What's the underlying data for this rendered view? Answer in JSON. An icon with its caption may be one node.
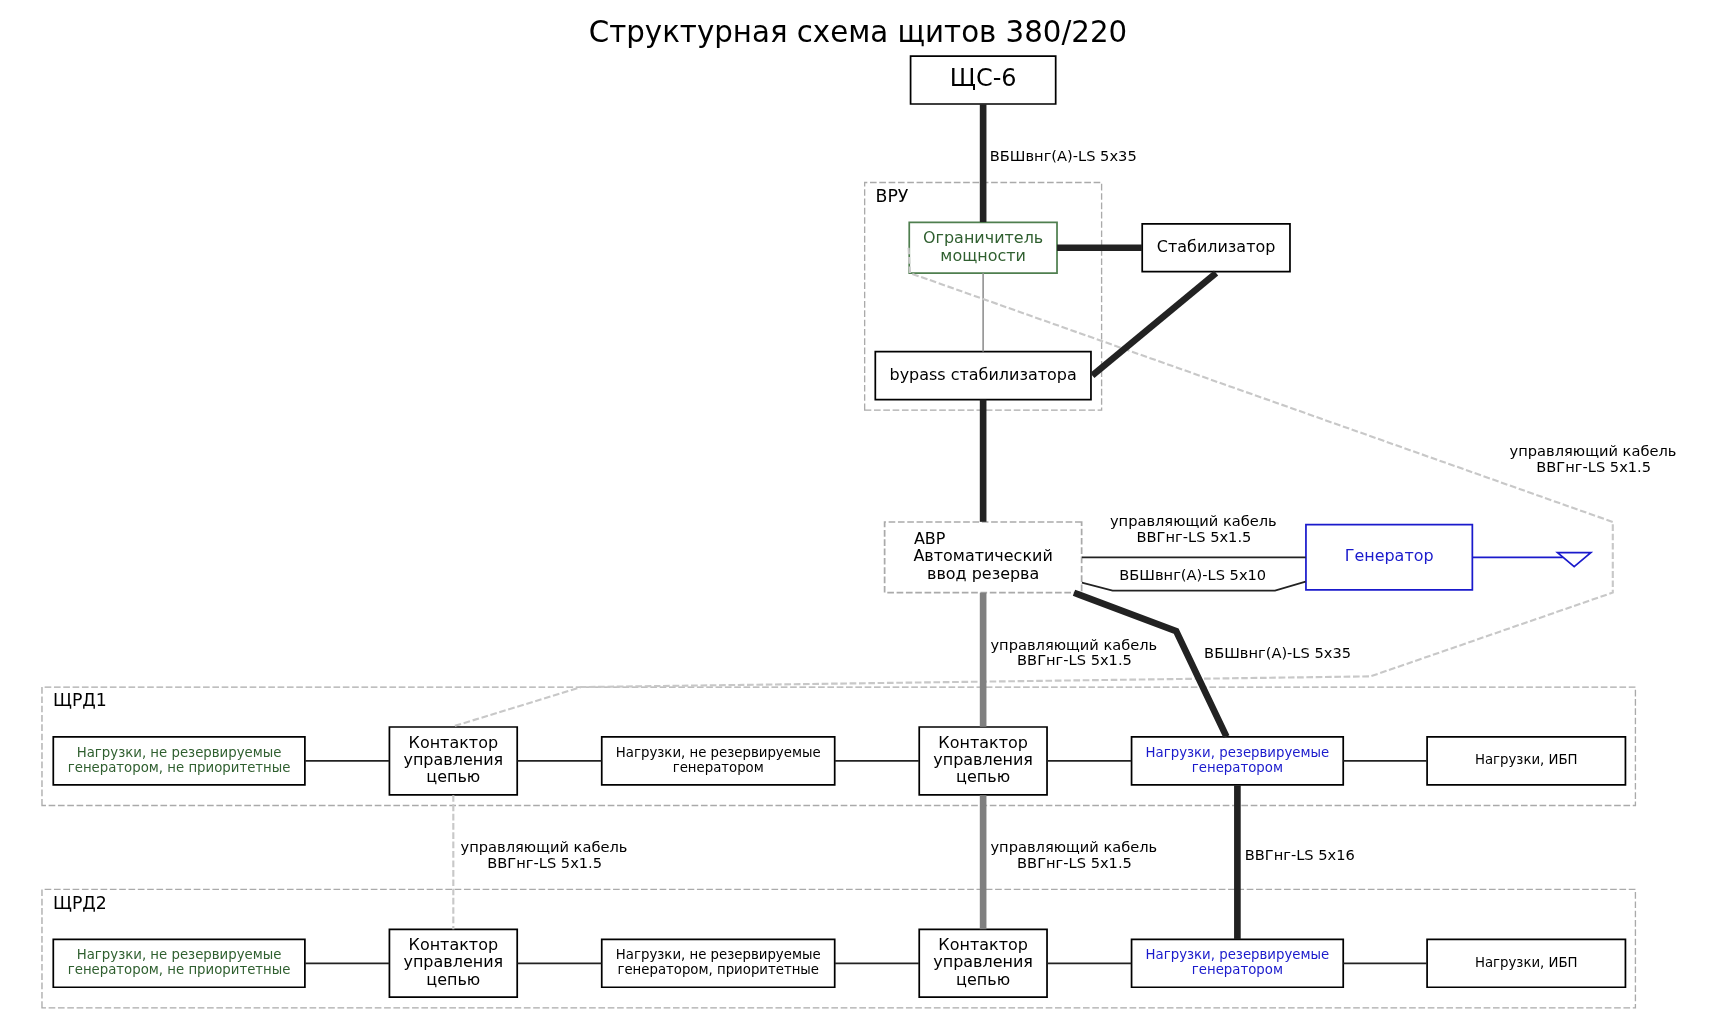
{
  "diagram": {
    "title": "Структурная схема щитов 380/220",
    "nodes": [
      {
        "text": [
          "ЩС-6"
        ]
      },
      {
        "text": [
          "ВРУ"
        ]
      },
      {
        "text": [
          "Ограничитель мощности"
        ],
        "in": 1
      },
      {
        "text": [
          "bypass стабилизатора"
        ],
        "in": 1
      },
      {
        "text": [
          "Стабилизатор"
        ]
      },
      {
        "text": [
          "АВР",
          "Автоматический ввод резерва"
        ]
      },
      {
        "text": [
          "Генератор"
        ]
      },
      {
        "text": [],
        "shape": "ground"
      },
      {
        "text": [
          "ЩРД1"
        ]
      },
      {
        "text": [
          "Нагрузки, не резервируемые генератором, не приоритетные"
        ],
        "in": 8
      },
      {
        "text": [
          "Контактор управления цепью"
        ],
        "in": 8
      },
      {
        "text": [
          "Нагрузки, не резервируемые генератором"
        ],
        "in": 8
      },
      {
        "text": [
          "Контактор управления цепью"
        ],
        "in": 8
      },
      {
        "text": [
          "Нагрузки, резервируемые генератором"
        ],
        "in": 8
      },
      {
        "text": [
          "Нагрузки, ИБП"
        ],
        "in": 8
      },
      {
        "text": [
          "ЩРД2"
        ]
      },
      {
        "text": [
          "Нагрузки, не резервируемые генератором, не приоритетные"
        ],
        "in": 15
      },
      {
        "text": [
          "Контактор управления цепью"
        ],
        "in": 15
      },
      {
        "text": [
          "Нагрузки, не резервируемые генератором, приоритетные"
        ],
        "in": 15
      },
      {
        "text": [
          "Контактор управления цепью"
        ],
        "in": 15
      },
      {
        "text": [
          "Нагрузки, резервируемые генератором"
        ],
        "in": 15
      },
      {
        "text": [
          "Нагрузки, ИБП"
        ],
        "in": 15
      }
    ],
    "edges": [
      {
        "from": 0,
        "to": 2,
        "arrow": "none",
        "label": "ВБШвнг(А)-LS 5x35",
        "style": "thick"
      },
      {
        "from": 2,
        "to": 4,
        "arrow": "none",
        "style": "thick"
      },
      {
        "from": 2,
        "to": 3,
        "arrow": "none",
        "color": "#999999"
      },
      {
        "from": 3,
        "to": 4,
        "arrow": "none",
        "style": "thick"
      },
      {
        "from": 3,
        "to": 5,
        "arrow": "none",
        "style": "thick"
      },
      {
        "from": 5,
        "to": 6,
        "arrow": "none",
        "label": "ВБШвнг(А)-LS 5x10"
      },
      {
        "from": 5,
        "to": 6,
        "arrow": "none",
        "label": "управляющий кабель ВВГнг-LS 5x1.5"
      },
      {
        "from": 6,
        "to": 7,
        "arrow": "none",
        "color": "#1a1acc"
      },
      {
        "from": 5,
        "to": 13,
        "arrow": "none",
        "label": "ВБШвнг(А)-LS 5x35",
        "style": "thick"
      },
      {
        "from": 5,
        "to": 12,
        "arrow": "none",
        "label": "управляющий кабель ВВГнг-LS 5x1.5",
        "style": "thick",
        "color": "#808080"
      },
      {
        "from": 2,
        "to": 10,
        "arrow": "none",
        "label": "управляющий кабель ВВГнг-LS 5x1.5",
        "style": "dashed",
        "color": "#c8c8c8"
      },
      {
        "from": 9,
        "to": 10,
        "arrow": "none"
      },
      {
        "from": 10,
        "to": 11,
        "arrow": "none"
      },
      {
        "from": 11,
        "to": 12,
        "arrow": "none"
      },
      {
        "from": 12,
        "to": 13,
        "arrow": "none"
      },
      {
        "from": 13,
        "to": 14,
        "arrow": "none"
      },
      {
        "from": 10,
        "to": 17,
        "arrow": "none",
        "label": "управляющий кабель ВВГнг-LS 5x1.5",
        "style": "dashed",
        "color": "#c8c8c8"
      },
      {
        "from": 12,
        "to": 19,
        "arrow": "none",
        "label": "управляющий кабель ВВГнг-LS 5x1.5",
        "style": "thick",
        "color": "#808080"
      },
      {
        "from": 13,
        "to": 20,
        "arrow": "none",
        "label": "ВВГнг-LS 5x16",
        "style": "thick"
      },
      {
        "from": 16,
        "to": 17,
        "arrow": "none"
      },
      {
        "from": 17,
        "to": 18,
        "arrow": "none"
      },
      {
        "from": 18,
        "to": 19,
        "arrow": "none"
      },
      {
        "from": 19,
        "to": 20,
        "arrow": "none"
      },
      {
        "from": 20,
        "to": 21,
        "arrow": "none"
      }
    ]
  }
}
